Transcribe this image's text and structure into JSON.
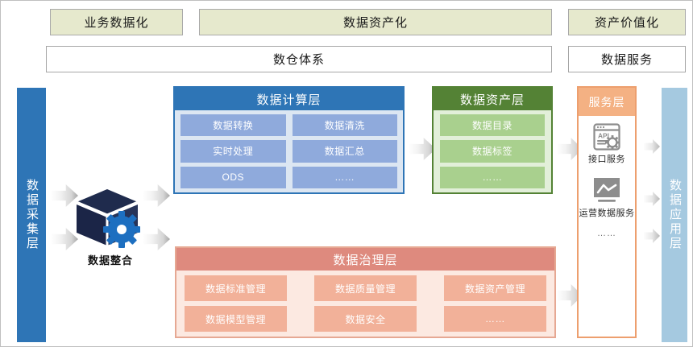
{
  "top_bands": [
    {
      "label": "业务数据化"
    },
    {
      "label": "数据资产化"
    },
    {
      "label": "资产价值化"
    }
  ],
  "second_row": [
    {
      "label": "数仓体系"
    },
    {
      "label": "数据服务"
    }
  ],
  "pillars": {
    "left": {
      "label": "数据采集层",
      "color": "#2e75b6"
    },
    "right": {
      "label": "数据应用层",
      "color": "#a5c9e0"
    }
  },
  "integration": {
    "caption": "数据整合",
    "cube_color": "#1f2b4d",
    "gear_color": "#1d6fc0"
  },
  "layers": {
    "compute": {
      "title": "数据计算层",
      "accent": "#2e75b6",
      "body_bg": "#dce6f2",
      "chip_bg": "#8faadc",
      "items": [
        "数据转换",
        "数据清洗",
        "实时处理",
        "数据汇总",
        "ODS",
        "……"
      ]
    },
    "asset": {
      "title": "数据资产层",
      "accent": "#548235",
      "body_bg": "#e2efd9",
      "chip_bg": "#a9d08e",
      "items": [
        "数据目录",
        "数据标签",
        "……"
      ]
    },
    "governance": {
      "title": "数据治理层",
      "accent": "#de8a7e",
      "body_bg": "#fce9e1",
      "chip_bg": "#f2b199",
      "items": [
        "数据标准管理",
        "数据质量管理",
        "数据资产管理",
        "数据模型管理",
        "数据安全",
        "……"
      ]
    },
    "service": {
      "title": "服务层",
      "accent": "#f4b183",
      "items": [
        {
          "icon": "api-window-gear-icon",
          "label": "接口服务"
        },
        {
          "icon": "chart-monitor-icon",
          "label": "运营数据服务"
        }
      ],
      "more": "……"
    }
  }
}
